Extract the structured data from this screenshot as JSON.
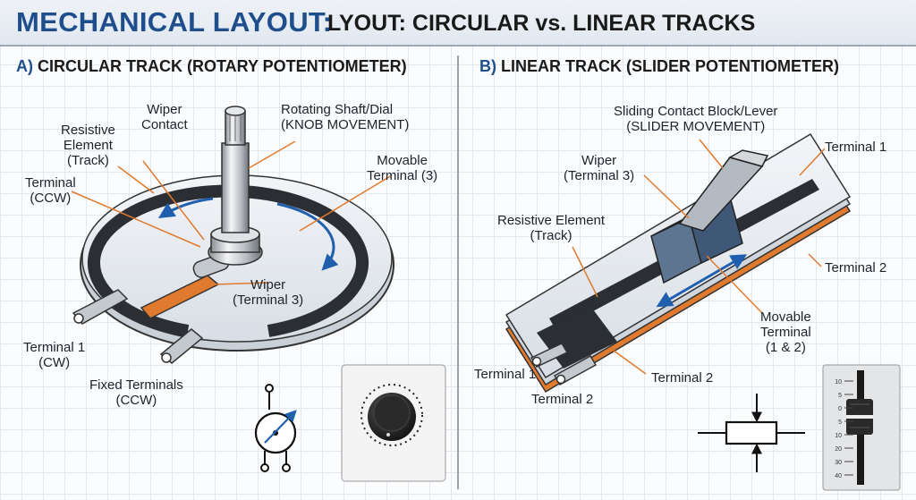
{
  "title": {
    "main": "MECHANICAL LAYOUT:",
    "rest": "LYOUT: CIRCULAR vs. LINEAR TRACKS"
  },
  "section_a": {
    "letter": "A)",
    "title": "CIRCULAR TRACK (ROTARY POTENTIOMETER)",
    "labels": {
      "wiper_contact": [
        "Wiper",
        "Contact"
      ],
      "shaft": [
        "Rotating Shaft/Dial",
        "(KNOB MOVEMENT)"
      ],
      "resistive": [
        "Resistive",
        "Element",
        "(Track)"
      ],
      "terminal_ccw": [
        "Terminal",
        "(CCW)"
      ],
      "movable_terminal": [
        "Movable",
        "Terminal (3)"
      ],
      "wiper_terminal": [
        "Wiper",
        "(Terminal 3)"
      ],
      "terminal1_cw": [
        "Terminal 1",
        "(CW)"
      ],
      "fixed_terminals": [
        "Fixed Terminals",
        "(CCW)"
      ]
    }
  },
  "section_b": {
    "letter": "B)",
    "title": "LINEAR TRACK (SLIDER POTENTIOMETER)",
    "labels": {
      "sliding_block": [
        "Sliding Contact Block/Lever",
        "(SLIDER MOVEMENT)"
      ],
      "terminal1_top": "Terminal 1",
      "wiper": [
        "Wiper",
        "(Terminal 3)"
      ],
      "resistive": [
        "Resistive Element",
        "(Track)"
      ],
      "terminal2_right": "Terminal 2",
      "movable_terminal": [
        "Movable",
        "Terminal",
        "(1 & 2)"
      ],
      "terminal1_bottom": "Terminal 1",
      "terminal2_mid": "Terminal 2",
      "terminal2_bottom": "Terminal 2"
    },
    "fader_scale": [
      "10",
      "5",
      "0",
      "5",
      "10",
      "20",
      "30",
      "40"
    ]
  },
  "colors": {
    "accent_blue": "#1f5fae",
    "title_blue": "#1f4e8c",
    "copper": "#e07a2e",
    "track": "#2b2f33"
  }
}
